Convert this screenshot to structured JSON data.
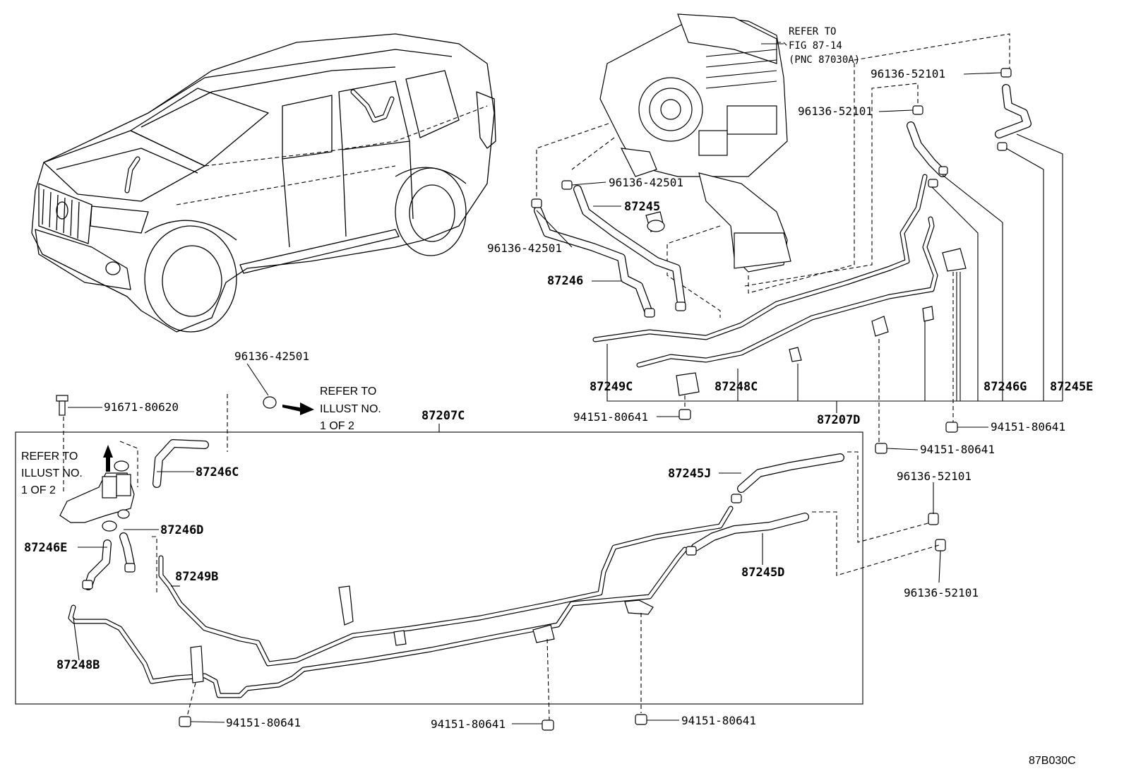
{
  "diagram_id": "87B030C",
  "refer_fig": {
    "line1": "REFER TO",
    "line2": "FIG 87-14",
    "line3": "(PNC 87030A)"
  },
  "refer_illust_top": {
    "line1": "REFER TO",
    "line2": "ILLUST NO.",
    "line3": "1 OF 2"
  },
  "refer_illust_left": {
    "line1": "REFER TO",
    "line2": "ILLUST NO.",
    "line3": "1 OF 2"
  },
  "labels": {
    "clamp_52101_a": "96136-52101",
    "clamp_52101_b": "96136-52101",
    "clamp_52101_c": "96136-52101",
    "clamp_52101_d": "96136-52101",
    "clamp_42501_a": "96136-42501",
    "clamp_42501_b": "96136-42501",
    "clamp_42501_c": "96136-42501",
    "hose_87245": "87245",
    "hose_87246": "87246",
    "pipe_87249c": "87249C",
    "pipe_87248c": "87248C",
    "hose_87246g": "87246G",
    "hose_87245e": "87245E",
    "pipe_87207d": "87207D",
    "pipe_87207c": "87207C",
    "bolt_91671": "91671-80620",
    "hose_87246c": "87246C",
    "hose_87246d": "87246D",
    "hose_87246e": "87246E",
    "pipe_87249b": "87249B",
    "pipe_87248b": "87248B",
    "hose_87245j": "87245J",
    "hose_87245d": "87245D",
    "nut_a": "94151-80641",
    "nut_b": "94151-80641",
    "nut_c": "94151-80641",
    "nut_d": "94151-80641",
    "nut_e": "94151-80641",
    "nut_f": "94151-80641"
  }
}
